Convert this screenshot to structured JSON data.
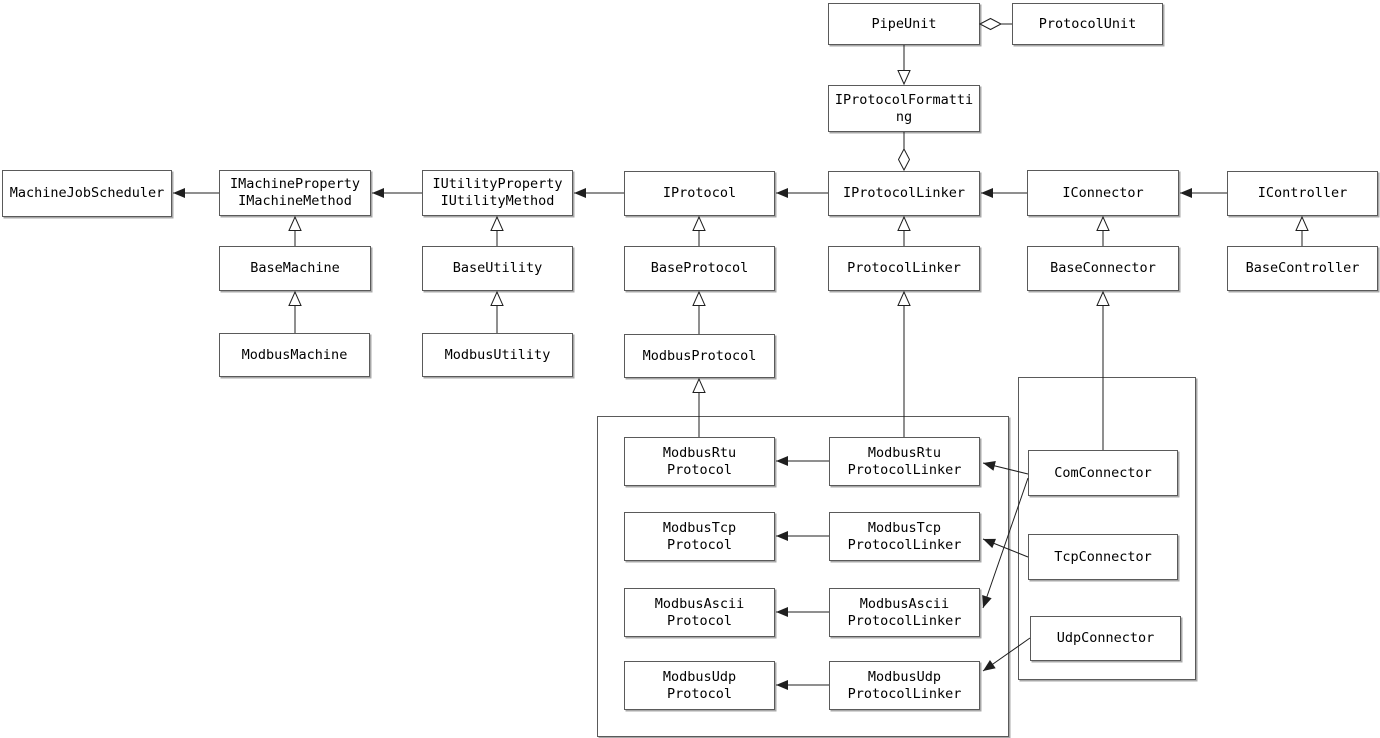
{
  "diagram": {
    "title": "Modbus machine/protocol/connector class diagram",
    "colors": {
      "background": "#ffffff",
      "line": "#1f1f1f",
      "box_border": "#5a5a5a",
      "box_shadow": "#a8a8a8",
      "text": "#000000"
    },
    "nodes": {
      "pipe_unit": {
        "label": "PipeUnit"
      },
      "protocol_unit": {
        "label": "ProtocolUnit"
      },
      "iprotocol_formatting": {
        "label": "IProtocolFormatti\nng"
      },
      "machine_job_scheduler": {
        "label": "MachineJobScheduler"
      },
      "imachine": {
        "label": "IMachineProperty\nIMachineMethod"
      },
      "iutility": {
        "label": "IUtilityProperty\nIUtilityMethod"
      },
      "iprotocol": {
        "label": "IProtocol"
      },
      "iprotocol_linker": {
        "label": "IProtocolLinker"
      },
      "iconnector": {
        "label": "IConnector"
      },
      "icontroller": {
        "label": "IController"
      },
      "base_machine": {
        "label": "BaseMachine"
      },
      "base_utility": {
        "label": "BaseUtility"
      },
      "base_protocol": {
        "label": "BaseProtocol"
      },
      "protocol_linker": {
        "label": "ProtocolLinker"
      },
      "base_connector": {
        "label": "BaseConnector"
      },
      "base_controller": {
        "label": "BaseController"
      },
      "modbus_machine": {
        "label": "ModbusMachine"
      },
      "modbus_utility": {
        "label": "ModbusUtility"
      },
      "modbus_protocol": {
        "label": "ModbusProtocol"
      },
      "modbus_rtu_protocol": {
        "label": "ModbusRtu\nProtocol"
      },
      "modbus_tcp_protocol": {
        "label": "ModbusTcp\nProtocol"
      },
      "modbus_ascii_protocol": {
        "label": "ModbusAscii\nProtocol"
      },
      "modbus_udp_protocol": {
        "label": "ModbusUdp\nProtocol"
      },
      "modbus_rtu_protocol_linker": {
        "label": "ModbusRtu\nProtocolLinker"
      },
      "modbus_tcp_protocol_linker": {
        "label": "ModbusTcp\nProtocolLinker"
      },
      "modbus_ascii_protocol_linker": {
        "label": "ModbusAscii\nProtocolLinker"
      },
      "modbus_udp_protocol_linker": {
        "label": "ModbusUdp\nProtocolLinker"
      },
      "com_connector": {
        "label": "ComConnector"
      },
      "tcp_connector": {
        "label": "TcpConnector"
      },
      "udp_connector": {
        "label": "UdpConnector"
      }
    },
    "groups": [
      {
        "id": "protocol_group",
        "members": [
          "modbus_rtu_protocol",
          "modbus_tcp_protocol",
          "modbus_ascii_protocol",
          "modbus_udp_protocol",
          "modbus_rtu_protocol_linker",
          "modbus_tcp_protocol_linker",
          "modbus_ascii_protocol_linker",
          "modbus_udp_protocol_linker"
        ]
      },
      {
        "id": "connector_group",
        "members": [
          "com_connector",
          "tcp_connector",
          "udp_connector"
        ]
      }
    ],
    "edges": [
      {
        "type": "aggregation",
        "owner": "pipe_unit",
        "part": "protocol_unit"
      },
      {
        "type": "generalization",
        "from": "pipe_unit",
        "to": "iprotocol_formatting"
      },
      {
        "type": "aggregation",
        "owner": "iprotocol_linker",
        "part": "iprotocol_formatting"
      },
      {
        "type": "association",
        "from": "imachine",
        "to": "machine_job_scheduler"
      },
      {
        "type": "association",
        "from": "iutility",
        "to": "imachine"
      },
      {
        "type": "association",
        "from": "iprotocol",
        "to": "iutility"
      },
      {
        "type": "association",
        "from": "iprotocol_linker",
        "to": "iprotocol"
      },
      {
        "type": "association",
        "from": "iconnector",
        "to": "iprotocol_linker"
      },
      {
        "type": "association",
        "from": "icontroller",
        "to": "iconnector"
      },
      {
        "type": "generalization",
        "from": "base_machine",
        "to": "imachine"
      },
      {
        "type": "generalization",
        "from": "modbus_machine",
        "to": "base_machine"
      },
      {
        "type": "generalization",
        "from": "base_utility",
        "to": "iutility"
      },
      {
        "type": "generalization",
        "from": "modbus_utility",
        "to": "base_utility"
      },
      {
        "type": "generalization",
        "from": "base_protocol",
        "to": "iprotocol"
      },
      {
        "type": "generalization",
        "from": "modbus_protocol",
        "to": "base_protocol"
      },
      {
        "type": "generalization",
        "from": "modbus_rtu_protocol",
        "to": "modbus_protocol"
      },
      {
        "type": "generalization",
        "from": "protocol_linker",
        "to": "iprotocol_linker"
      },
      {
        "type": "generalization",
        "from": "modbus_rtu_protocol_linker",
        "to": "protocol_linker"
      },
      {
        "type": "generalization",
        "from": "base_connector",
        "to": "iconnector"
      },
      {
        "type": "generalization",
        "from": "com_connector",
        "to": "base_connector"
      },
      {
        "type": "generalization",
        "from": "base_controller",
        "to": "icontroller"
      },
      {
        "type": "association",
        "from": "modbus_rtu_protocol_linker",
        "to": "modbus_rtu_protocol"
      },
      {
        "type": "association",
        "from": "modbus_tcp_protocol_linker",
        "to": "modbus_tcp_protocol"
      },
      {
        "type": "association",
        "from": "modbus_ascii_protocol_linker",
        "to": "modbus_ascii_protocol"
      },
      {
        "type": "association",
        "from": "modbus_udp_protocol_linker",
        "to": "modbus_udp_protocol"
      },
      {
        "type": "association",
        "from": "com_connector",
        "to": "modbus_rtu_protocol_linker"
      },
      {
        "type": "association",
        "from": "com_connector",
        "to": "modbus_ascii_protocol_linker"
      },
      {
        "type": "association",
        "from": "tcp_connector",
        "to": "modbus_tcp_protocol_linker"
      },
      {
        "type": "association",
        "from": "udp_connector",
        "to": "modbus_udp_protocol_linker"
      }
    ]
  }
}
